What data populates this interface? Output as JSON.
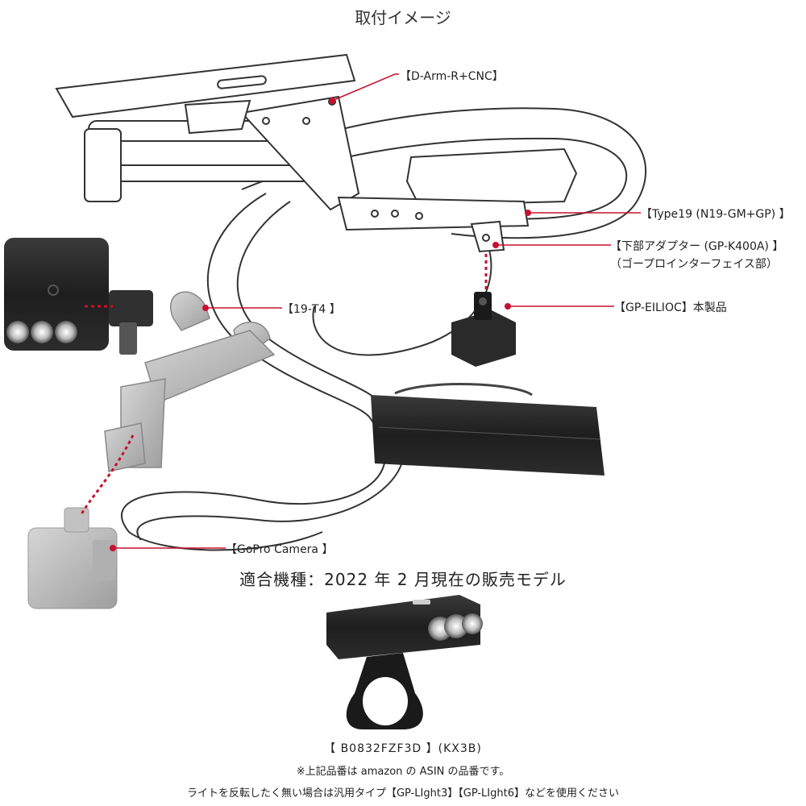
{
  "title": "取付イメージ",
  "labels": {
    "d_arm": "【D-Arm-R+CNC】",
    "type19": "【Type19 (N19-GM+GP) 】",
    "adapter_line1": "【下部アダプター (GP-K400A) 】",
    "adapter_line2": "（ゴープロインターフェイス部）",
    "product": "【GP-EILIOC】本製品",
    "t4": "【19-T4 】",
    "gopro": "【GoPro Camera 】"
  },
  "compat_title": "適合機種：2022 年 2 月現在の販売モデル",
  "asin_line": "【 B0832FZF3D 】(KX3B)",
  "note_line": "※上記品番は amazon の ASIN の品番です。",
  "bottom_note": "ライトを反転したく無い場合は汎用タイプ【GP-LIght3】【GP-LIght6】などを使用ください",
  "colors": {
    "leader": "#c8102e",
    "outline": "#333333",
    "dark_metal": "#2b2b2b",
    "light_grey": "#bdbdbd"
  }
}
